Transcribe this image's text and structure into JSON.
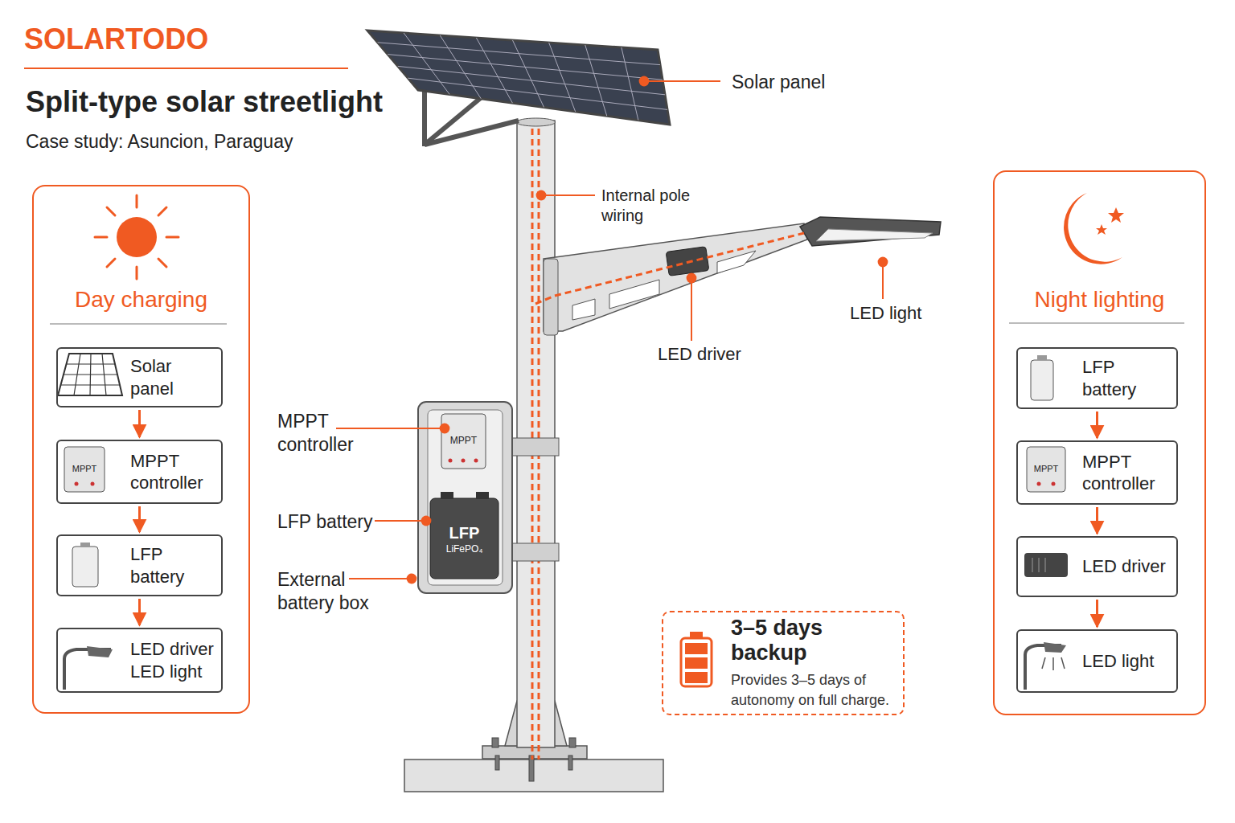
{
  "diagram": {
    "title": "Split-type solar streetlight",
    "caption": "Case study: Asuncion, Paraguay",
    "nodes": [
      {
        "text": [
          "Day charging"
        ]
      },
      {
        "text": [
          "Solar panel"
        ],
        "in": 0
      },
      {
        "text": [
          "MPPT controller"
        ],
        "in": 0
      },
      {
        "text": [
          "LFP battery"
        ],
        "in": 0
      },
      {
        "text": [
          "LED driver",
          "LED light"
        ],
        "in": 0
      },
      {
        "text": [
          "Night lighting"
        ]
      },
      {
        "text": [
          "LFP battery"
        ],
        "in": 5
      },
      {
        "text": [
          "MPPT controller"
        ],
        "in": 5
      },
      {
        "text": [
          "LED driver"
        ],
        "in": 5
      },
      {
        "text": [
          "LED light"
        ],
        "in": 5
      },
      {
        "text": [
          "3–5 days backup",
          "Provides 3–5 days of autonomy on full charge."
        ]
      }
    ],
    "edges": [
      {
        "from": 1,
        "to": 2,
        "arrow": "to"
      },
      {
        "from": 2,
        "to": 3,
        "arrow": "to"
      },
      {
        "from": 3,
        "to": 4,
        "arrow": "to"
      },
      {
        "from": 6,
        "to": 7,
        "arrow": "to"
      },
      {
        "from": 7,
        "to": 8,
        "arrow": "to"
      },
      {
        "from": 8,
        "to": 9,
        "arrow": "to"
      }
    ],
    "labels": [
      "SOLARTODO",
      "Solar panel",
      "Internal pole wiring",
      "LED driver",
      "LED light",
      "MPPT controller",
      "LFP battery",
      "External battery box",
      "MPPT",
      "LFP",
      "LiFePO₄",
      "MPPT",
      "MPPT"
    ]
  }
}
